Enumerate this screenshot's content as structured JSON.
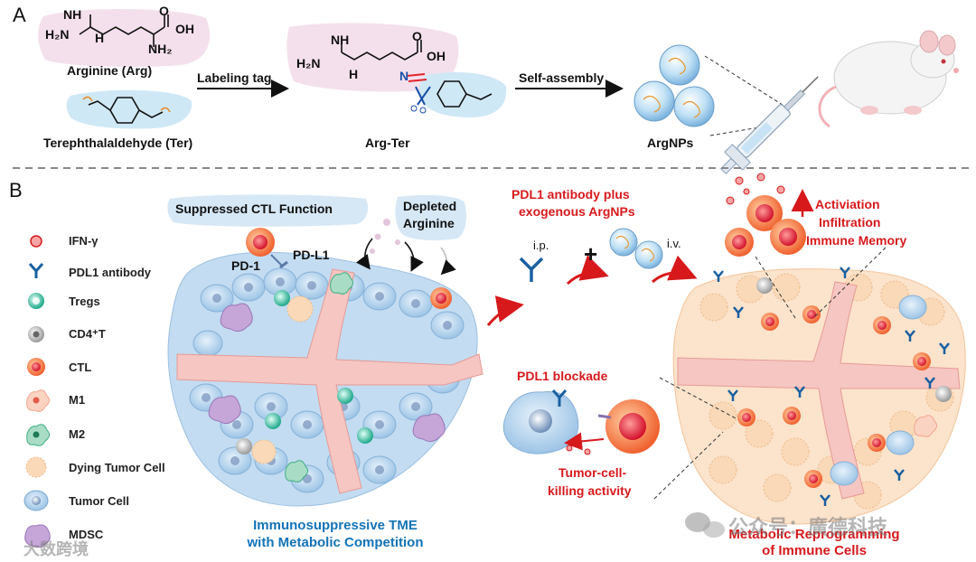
{
  "panelA": {
    "label": "A",
    "arginine_name": "Arginine (Arg)",
    "ter_name": "Terephthalaldehyde (Ter)",
    "step1_label": "Labeling tag",
    "product_name": "Arg-Ter",
    "step2_label": "Self-assembly",
    "nanoparticle_name": "ArgNPs",
    "atoms": {
      "nh": "NH",
      "h2n": "H₂N",
      "h": "H",
      "n": "N",
      "o": "O",
      "oh": "OH",
      "nh2": "NH₂"
    }
  },
  "panelB": {
    "label": "B",
    "legend": [
      {
        "label": "IFN-γ",
        "icon": "ifn-dot-icon"
      },
      {
        "label": "PDL1 antibody",
        "icon": "antibody-icon"
      },
      {
        "label": "Tregs",
        "icon": "treg-cell-icon"
      },
      {
        "label": "CD4⁺T",
        "icon": "cd4-cell-icon"
      },
      {
        "label": "CTL",
        "icon": "ctl-cell-icon"
      },
      {
        "label": "M1",
        "icon": "m1-cell-icon"
      },
      {
        "label": "M2",
        "icon": "m2-cell-icon"
      },
      {
        "label": "Dying Tumor Cell",
        "icon": "dying-tumor-cell-icon"
      },
      {
        "label": "Tumor Cell",
        "icon": "tumor-cell-icon"
      },
      {
        "label": "MDSC",
        "icon": "mdsc-cell-icon"
      }
    ],
    "suppressed_label": "Suppressed CTL Function",
    "depleted_label_1": "Depleted",
    "depleted_label_2": "Arginine",
    "pd1_label": "PD-1",
    "pdl1_label": "PD-L1",
    "left_caption_1": "Immunosuppressive TME",
    "left_caption_2": "with Metabolic Competition",
    "treatment_1": "PDL1 antibody plus",
    "treatment_2": "exogenous ArgNPs",
    "route_ip": "i.p.",
    "route_iv": "i.v.",
    "plus": "+",
    "outcome_1": "Activiation",
    "outcome_2": "Infiltration",
    "outcome_3": "Immune Memory",
    "blockade_label": "PDL1 blockade",
    "killing_1": "Tumor-cell-",
    "killing_2": "killing activity",
    "right_caption_1": "Metabolic Reprogramming",
    "right_caption_2": "of Immune Cells"
  },
  "watermarks": {
    "wechat": "公众号：廣德科技",
    "corner": "大数跨境"
  },
  "colors": {
    "tumor": "#b9d6ee",
    "vessel": "#f5c6c2",
    "dying": "#f9d9b8",
    "ctl": "#f26a3c",
    "red_text": "#d7191c",
    "blue_text": "#1373b8"
  }
}
